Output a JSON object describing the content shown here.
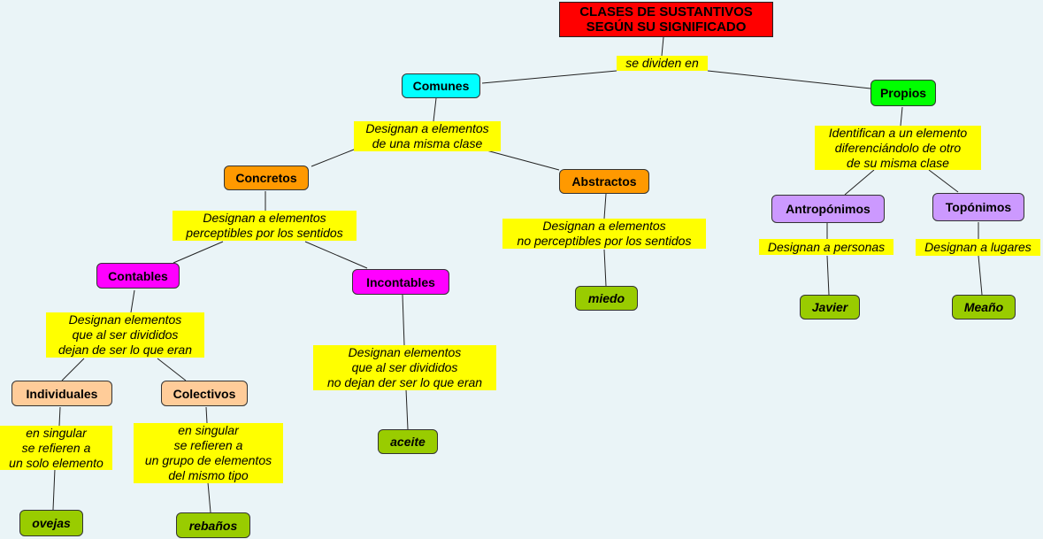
{
  "title": {
    "line1": "CLASES DE SUSTANTIVOS",
    "line2": "SEGÚN SU SIGNIFICADO"
  },
  "colors": {
    "background": "#eaf4f7",
    "title": "#ff0000",
    "linking_phrase": "#ffff00",
    "comunes": "#00ffff",
    "propios": "#00ff00",
    "concretos_abstractos": "#ff9900",
    "contables_incontables": "#ff00ff",
    "individuales_colectivos": "#ffcc99",
    "antroponimos_toponimos": "#cc99ff",
    "examples": "#99cc00"
  },
  "concepts": {
    "comunes": "Comunes",
    "propios": "Propios",
    "concretos": "Concretos",
    "abstractos": "Abstractos",
    "contables": "Contables",
    "incontables": "Incontables",
    "individuales": "Individuales",
    "colectivos": "Colectivos",
    "antroponimos": "Antropónimos",
    "toponimos": "Topónimos"
  },
  "examples": {
    "miedo": "miedo",
    "javier": "Javier",
    "meano": "Meaño",
    "aceite": "aceite",
    "ovejas": "ovejas",
    "rebanos": "rebaños"
  },
  "links": {
    "se_dividen": [
      "se dividen en"
    ],
    "comunes_desc": [
      "Designan a elementos",
      "de una misma clase"
    ],
    "propios_desc": [
      "Identifican a un elemento",
      "diferenciándolo de otro",
      "de su misma clase"
    ],
    "concretos_desc": [
      "Designan a elementos",
      "perceptibles por los sentidos"
    ],
    "abstractos_desc": [
      "Designan a elementos",
      "no perceptibles por los sentidos"
    ],
    "antroponimos_desc": [
      "Designan a personas"
    ],
    "toponimos_desc": [
      "Designan a lugares"
    ],
    "contables_desc": [
      "Designan elementos",
      "que al ser divididos",
      "dejan de ser lo que eran"
    ],
    "incontables_desc": [
      "Designan elementos",
      "que al ser divididos",
      "no dejan der ser lo que eran"
    ],
    "individuales_desc": [
      "en singular",
      "se refieren a",
      "un solo elemento"
    ],
    "colectivos_desc": [
      "en singular",
      "se refieren a",
      "un grupo de elementos",
      "del mismo tipo"
    ]
  }
}
